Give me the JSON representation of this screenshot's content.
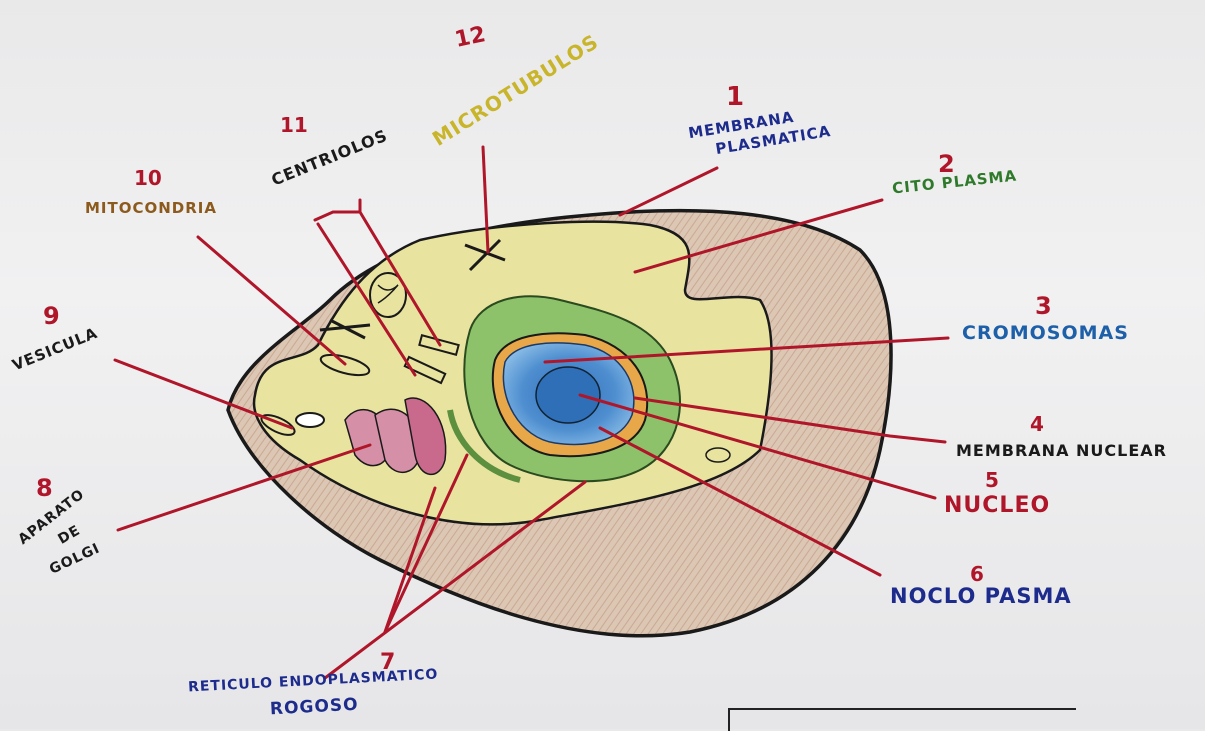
{
  "diagram": {
    "labels": [
      {
        "id": "1",
        "number": "1",
        "lines": [
          "MEMBRANA",
          "PLASMATICA"
        ]
      },
      {
        "id": "2",
        "number": "2",
        "lines": [
          "CITO PlASMA"
        ]
      },
      {
        "id": "3",
        "number": "3",
        "lines": [
          "CROMOSOMAS"
        ]
      },
      {
        "id": "4",
        "number": "4",
        "lines": [
          "MEMBRANA NUCLEAR"
        ]
      },
      {
        "id": "5",
        "number": "5",
        "lines": [
          "NUCLEO"
        ]
      },
      {
        "id": "6",
        "number": "6",
        "lines": [
          "NOCLO PASMA"
        ]
      },
      {
        "id": "7",
        "number": "7",
        "lines": [
          "RETICULO ENDOPLASMATICO",
          "ROGOSO"
        ]
      },
      {
        "id": "8",
        "number": "8",
        "lines": [
          "APARATO",
          "DE",
          "GOLGI"
        ]
      },
      {
        "id": "9",
        "number": "9",
        "lines": [
          "VESICULA"
        ]
      },
      {
        "id": "10",
        "number": "10",
        "lines": [
          "MITOCONDRIA"
        ]
      },
      {
        "id": "11",
        "number": "11",
        "lines": [
          "CENTRIOLOS"
        ]
      },
      {
        "id": "12",
        "number": "12",
        "lines": [
          "MICROTUBULOS"
        ]
      }
    ]
  },
  "colors": {
    "numbers": "#b0162a",
    "leader_lines": "#b0162a",
    "cytoplasm": "#e9e3a0",
    "outer_cell": "#d9c2b0",
    "nucleus": "#4f8fd0",
    "nucleolus": "#2f6fb8",
    "rough_er": "#8ec26a",
    "golgi": "#d58fa6"
  }
}
